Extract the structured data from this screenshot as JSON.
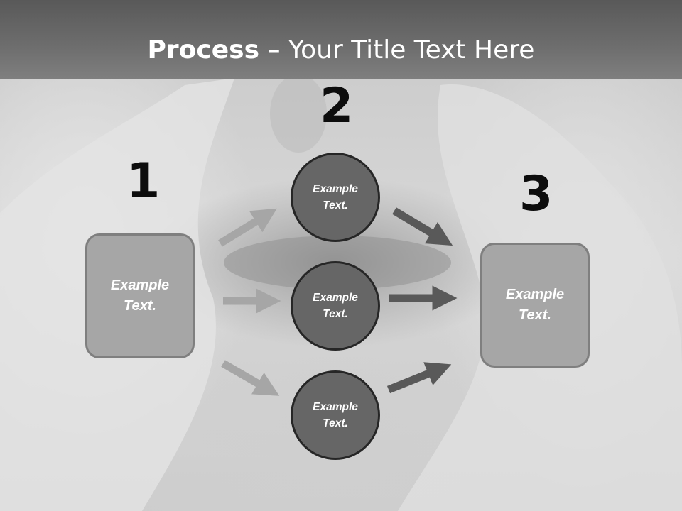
{
  "title": {
    "bold": "Process",
    "rest": " – Your Title Text Here"
  },
  "steps": [
    {
      "number": "1",
      "text": "Example\nText."
    },
    {
      "number": "2",
      "text": "Example\nText."
    },
    {
      "number": "3",
      "text": "Example\nText."
    }
  ],
  "circles": [
    {
      "text": "Example\nText."
    },
    {
      "text": "Example\nText."
    },
    {
      "text": "Example\nText."
    }
  ],
  "colors": {
    "title_bar": "#6e6e6e",
    "box_fill": "#a6a6a6",
    "box_border": "#7f7f7f",
    "circle_fill": "#666666",
    "circle_border": "#262626",
    "arrow_light": "#a6a6a6",
    "arrow_dark": "#595959"
  }
}
